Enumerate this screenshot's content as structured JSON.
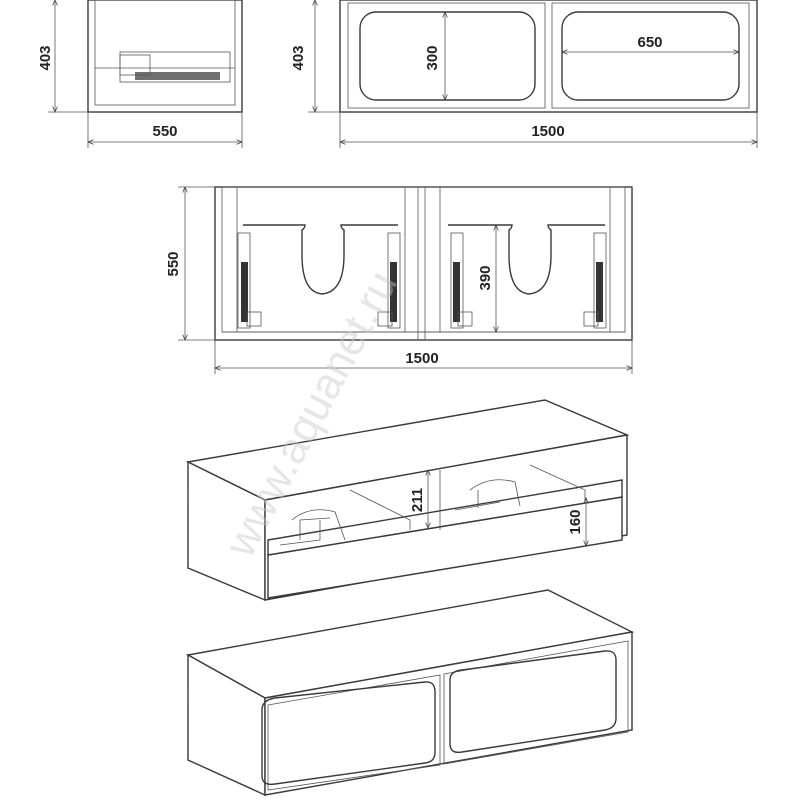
{
  "watermark": "www.aquanet.ru",
  "side_view": {
    "height_label": "403",
    "depth_label": "550"
  },
  "front_view": {
    "height_label": "403",
    "door_height_label": "300",
    "door_width_label": "650",
    "width_label": "1500"
  },
  "top_view": {
    "depth_label": "550",
    "inner_depth_label": "390",
    "width_label": "1500"
  },
  "iso_open_view": {
    "inner_height_label": "211",
    "drawer_height_label": "160"
  }
}
